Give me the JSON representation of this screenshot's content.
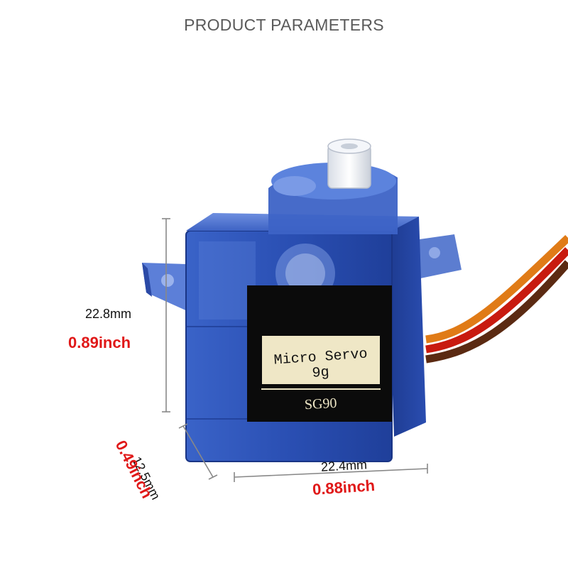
{
  "title": "PRODUCT PARAMETERS",
  "label": {
    "line1": "Micro Servo",
    "line2": "9g",
    "model": "SG90"
  },
  "dimensions": {
    "height": {
      "mm": "22.8mm",
      "inch": "0.89inch"
    },
    "depth": {
      "mm": "12.5mm",
      "inch": "0.49inch"
    },
    "width": {
      "mm": "22.4mm",
      "inch": "0.88inch"
    }
  },
  "colors": {
    "servo_blue": "#2b4fb0",
    "inch_red": "#e01818",
    "label_cream": "#efe7c6"
  }
}
